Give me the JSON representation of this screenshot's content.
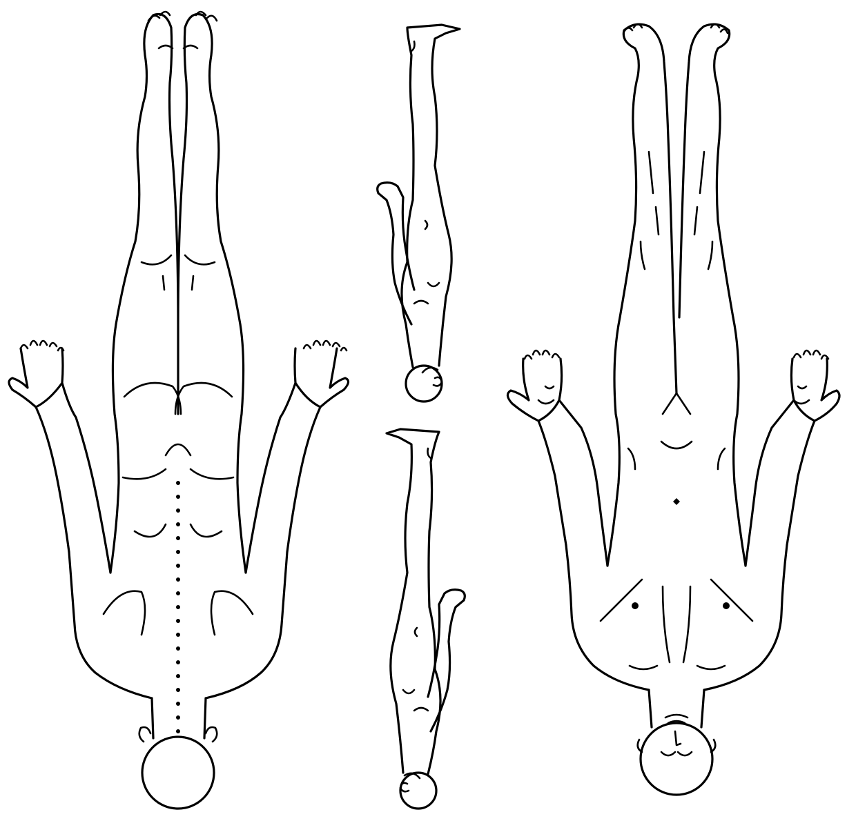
{
  "figure": {
    "description_colors": {
      "line": "#000000",
      "background": "#ffffff"
    },
    "views": [
      {
        "id": "posterior",
        "orientation": "upside-down",
        "icon": "body-back-icon"
      },
      {
        "id": "right-lateral",
        "orientation": "upside-down",
        "icon": "body-side-icon"
      },
      {
        "id": "left-lateral",
        "orientation": "upside-down",
        "icon": "body-side-icon"
      },
      {
        "id": "anterior",
        "orientation": "upside-down",
        "icon": "body-front-icon"
      }
    ]
  }
}
